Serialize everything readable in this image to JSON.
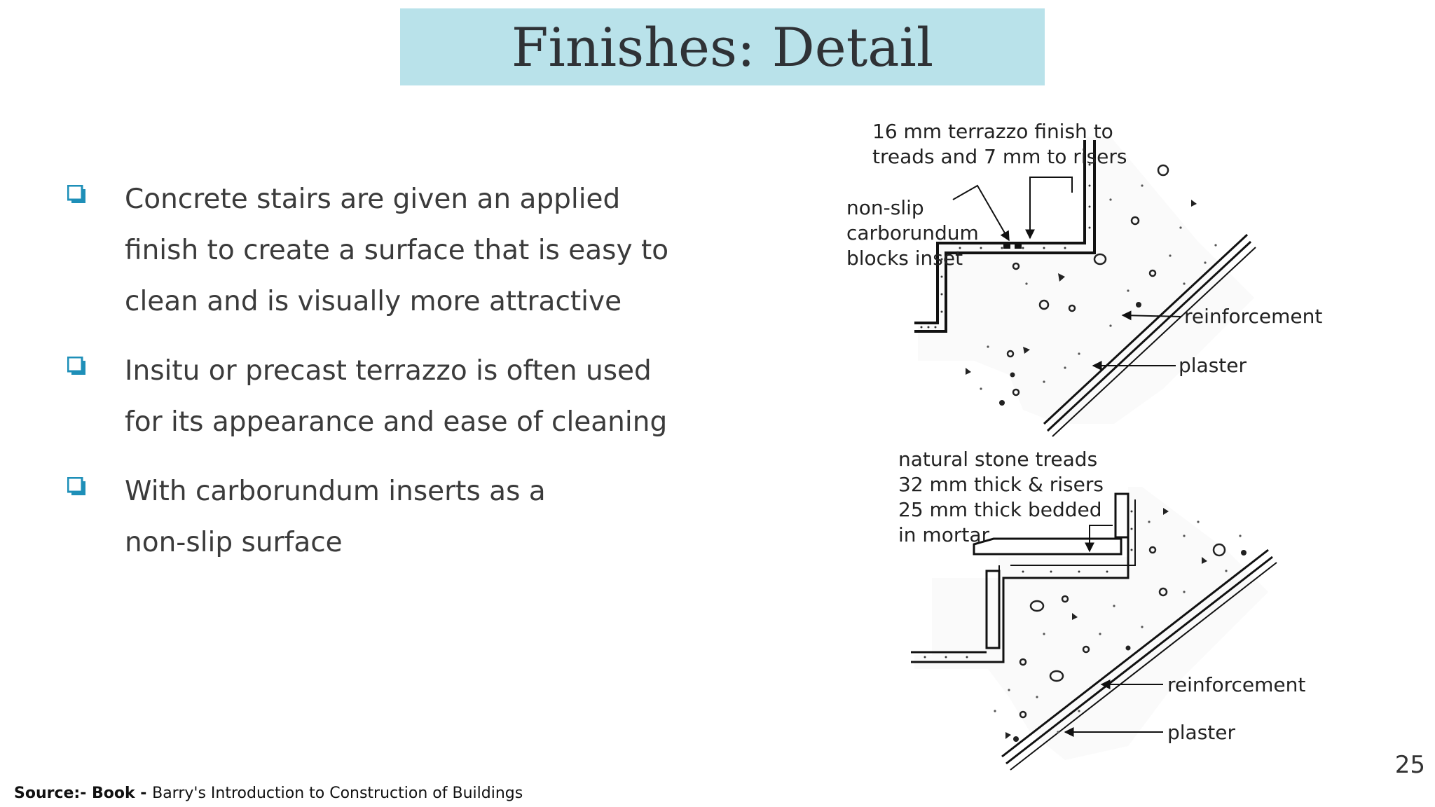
{
  "slide": {
    "title": "Finishes: Detail",
    "page_number": "25",
    "accent_color": "#b9e2ea",
    "bullet_icon_color": "#1e8fb8"
  },
  "bullets": [
    {
      "icon": "checkbox-square-icon",
      "text": "Concrete stairs are given an applied\nfinish to create a surface that is easy to\nclean and is visually more attractive"
    },
    {
      "icon": "checkbox-square-icon",
      "text": "Insitu or precast terrazzo is often used\nfor its appearance and ease of cleaning"
    },
    {
      "icon": "checkbox-square-icon",
      "text": "With carborundum inserts as a\nnon-slip surface"
    }
  ],
  "diagram_top": {
    "label_finish_1": "16 mm terrazzo finish to",
    "label_finish_2": "treads and 7 mm to risers",
    "label_nonslip_1": "non-slip",
    "label_nonslip_2": "carborundum",
    "label_nonslip_3": "blocks inset",
    "label_reinforcement": "reinforcement",
    "label_plaster": "plaster"
  },
  "diagram_bottom": {
    "label_stone_1": "natural stone treads",
    "label_stone_2": "32 mm thick & risers",
    "label_stone_3": "25 mm thick bedded",
    "label_stone_4": "in mortar",
    "label_reinforcement": "reinforcement",
    "label_plaster": "plaster"
  },
  "source": {
    "prefix": "Source:- Book - ",
    "text": "Barry's Introduction to Construction of Buildings"
  }
}
